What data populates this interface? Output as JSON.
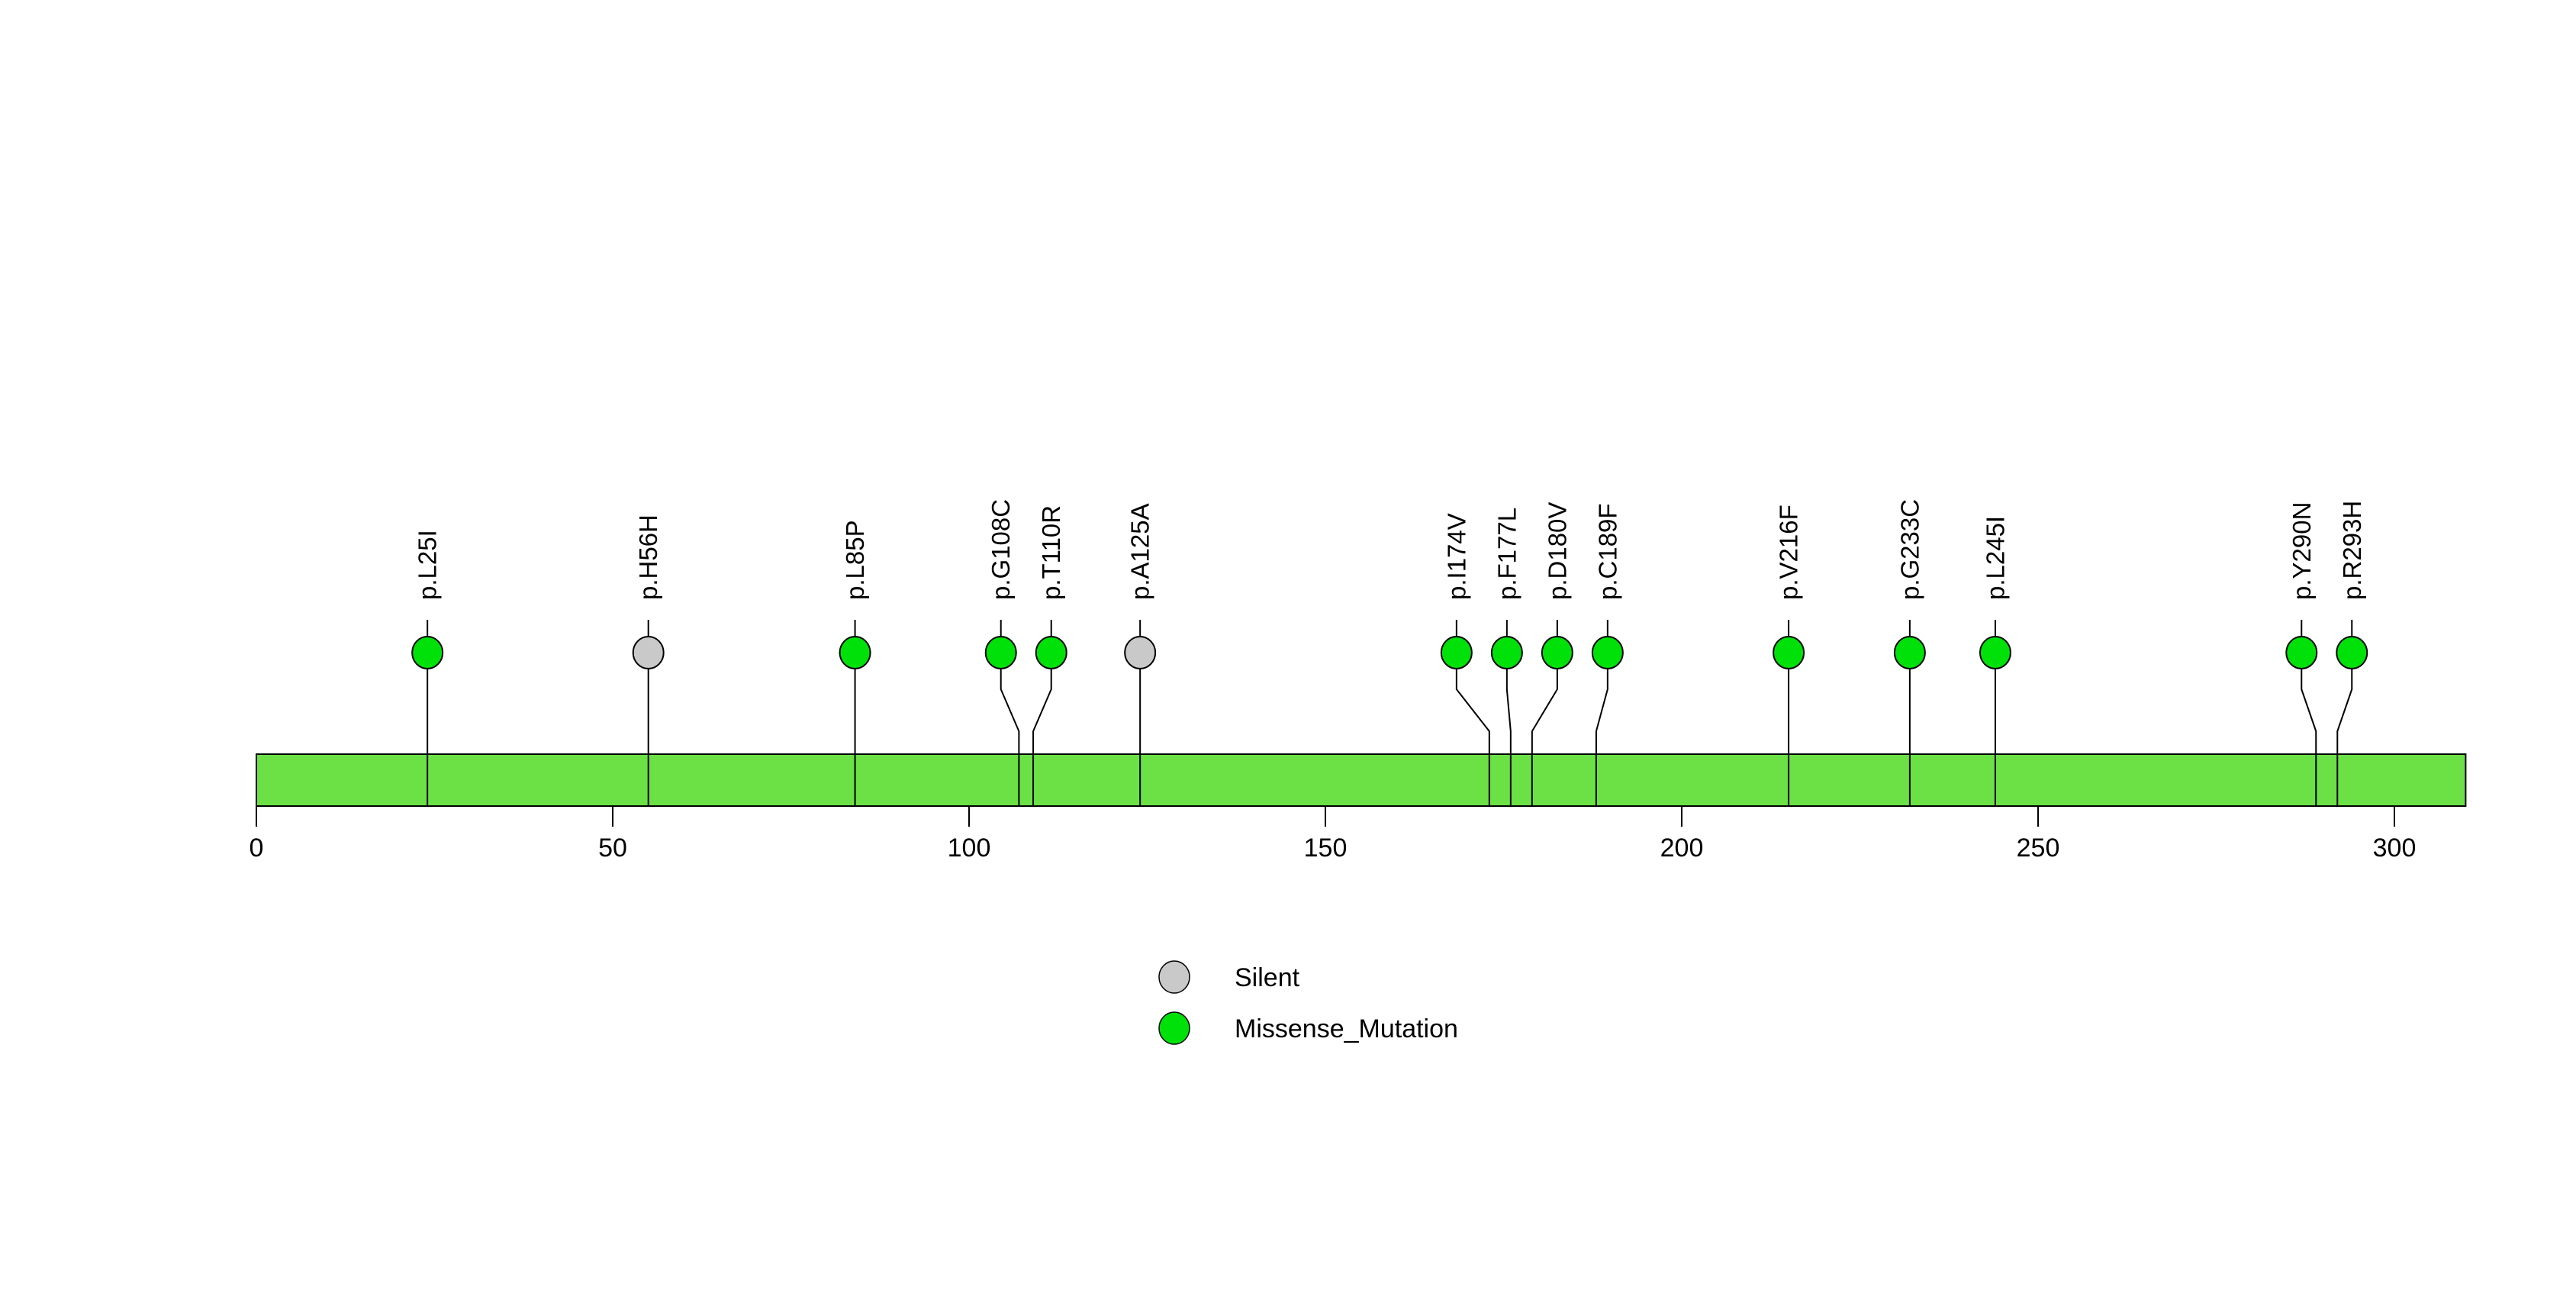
{
  "chart_data": {
    "type": "lollipop",
    "title": "",
    "xlabel": "",
    "ylabel": "",
    "x_axis": {
      "min": 0,
      "max": 310,
      "ticks": [
        0,
        50,
        100,
        150,
        200,
        250,
        300
      ],
      "grid": false
    },
    "protein_length": 310,
    "backbone": {
      "fill_color": "#6BE146",
      "border_color": "#000000"
    },
    "mutation_types": [
      {
        "name": "Silent",
        "color": "#C9C9C9"
      },
      {
        "name": "Missense_Mutation",
        "color": "#00E109"
      }
    ],
    "mutations": [
      {
        "label": "p.L25I",
        "position": 25,
        "type": "Missense_Mutation"
      },
      {
        "label": "p.H56H",
        "position": 56,
        "type": "Silent"
      },
      {
        "label": "p.L85P",
        "position": 85,
        "type": "Missense_Mutation"
      },
      {
        "label": "p.G108C",
        "position": 108,
        "type": "Missense_Mutation"
      },
      {
        "label": "p.T110R",
        "position": 110,
        "type": "Missense_Mutation"
      },
      {
        "label": "p.A125A",
        "position": 125,
        "type": "Silent"
      },
      {
        "label": "p.I174V",
        "position": 174,
        "type": "Missense_Mutation"
      },
      {
        "label": "p.F177L",
        "position": 177,
        "type": "Missense_Mutation"
      },
      {
        "label": "p.D180V",
        "position": 180,
        "type": "Missense_Mutation"
      },
      {
        "label": "p.C189F",
        "position": 189,
        "type": "Missense_Mutation"
      },
      {
        "label": "p.V216F",
        "position": 216,
        "type": "Missense_Mutation"
      },
      {
        "label": "p.G233C",
        "position": 233,
        "type": "Missense_Mutation"
      },
      {
        "label": "p.L245I",
        "position": 245,
        "type": "Missense_Mutation"
      },
      {
        "label": "p.Y290N",
        "position": 290,
        "type": "Missense_Mutation"
      },
      {
        "label": "p.R293H",
        "position": 293,
        "type": "Missense_Mutation"
      }
    ],
    "legend": {
      "position": "bottom-center",
      "entries": [
        {
          "label": "Silent",
          "color": "#C9C9C9"
        },
        {
          "label": "Missense_Mutation",
          "color": "#00E109"
        }
      ]
    },
    "line_color": "#000000",
    "background_color": "#FFFFFF"
  }
}
